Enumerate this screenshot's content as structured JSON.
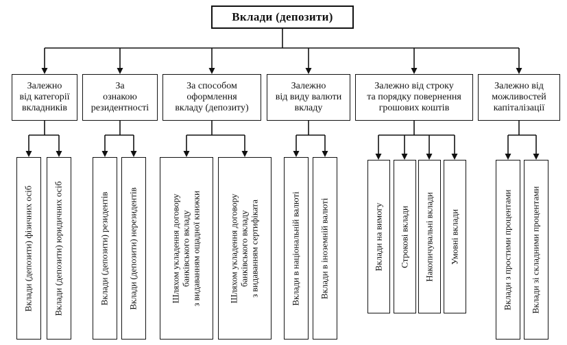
{
  "title": "Вклади (депозити)",
  "categories": [
    {
      "label": "Залежно\nвід категорії\nвкладників",
      "items": [
        "Вклади (депозити) фізичних осіб",
        "Вклади  (депозити) юридичних осіб"
      ]
    },
    {
      "label": "За\nознакою\nрезидентності",
      "items": [
        "Вклади (депозити) резидентів",
        "Вклади (депозити) нерезидентів"
      ]
    },
    {
      "label": "За способом\nоформлення\nвкладу (депозиту)",
      "items": [
        "Шляхом укладення договору\nбанківського вкладу\nз видаванням ощадної книжки",
        "Шляхом укладення договору\nбанківського вкладу\nз видаванням сертифіката"
      ]
    },
    {
      "label": "Залежно\nвід виду валюти\nвкладу",
      "items": [
        "Вклади в національній валюті",
        "Вклади в іноземній валюті"
      ]
    },
    {
      "label": "Залежно від строку\nта порядку повернення\nгрошових коштів",
      "items": [
        "Вклади на вимогу",
        "Строкові вклади",
        "Накопичувальні вклади",
        "Умовні вклади"
      ]
    },
    {
      "label": "Залежно від\nможливостей\nкапіталізації",
      "items": [
        "Вклади з простими процентами",
        "Вклади зі складними процентами"
      ]
    }
  ]
}
